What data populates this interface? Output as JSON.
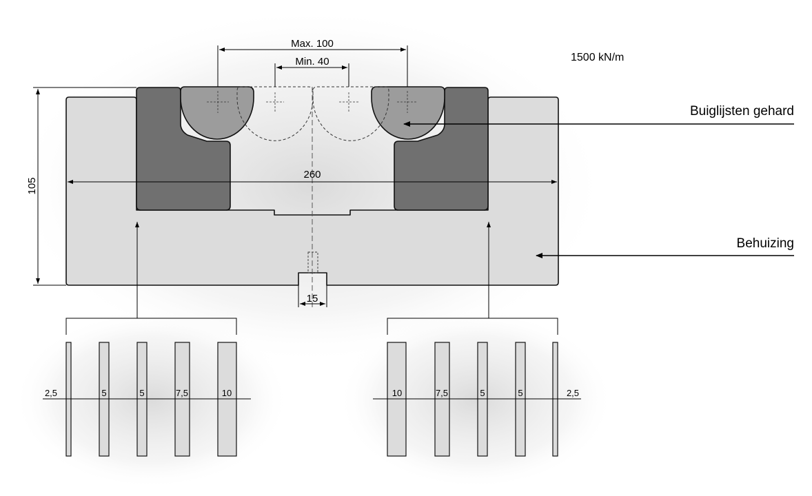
{
  "force_rating": "1500 kN/m",
  "callouts": {
    "bending_strips": "Buiglijsten gehard",
    "housing": "Behuizing"
  },
  "dimensions": {
    "max_opening": "Max. 100",
    "min_opening": "Min. 40",
    "width": "260",
    "height": "105",
    "slot": "15"
  },
  "shims_left": [
    "2,5",
    "5",
    "5",
    "7,5",
    "10"
  ],
  "shims_right": [
    "10",
    "7,5",
    "5",
    "5",
    "2,5"
  ],
  "colors": {
    "housing_fill": "#dcdcdc",
    "insert_fill": "#707070",
    "strip_fill": "#9c9c9c",
    "outline": "#111111",
    "shadow": "#c8c8c8"
  }
}
